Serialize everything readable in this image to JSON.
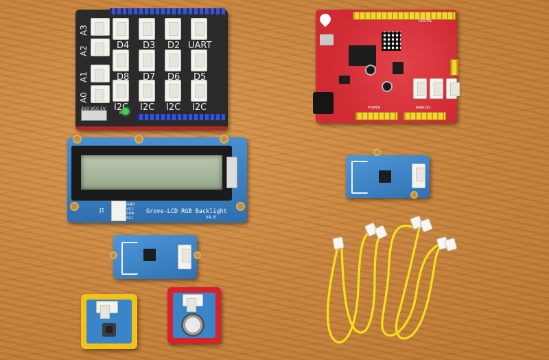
{
  "scene": "Flat lay of Grove electronic modules on a wooden table",
  "base_shield": {
    "analog_labels": [
      "A3",
      "A2",
      "A1",
      "A0"
    ],
    "digital_labels": [
      "D4",
      "D3",
      "D2",
      "UART",
      "D8",
      "D7",
      "D6",
      "D5"
    ],
    "i2c_labels": [
      "I2C",
      "I2C",
      "I2C",
      "I2C"
    ],
    "power_label": "3V3 VCC 5V",
    "rst_label": "RST"
  },
  "red_board": {
    "header_label": "DIGITAL",
    "power_label": "POWER",
    "analog_label": "ANALOG"
  },
  "lcd_module": {
    "title": "Grove-LCD RGB Backlight",
    "version": "V4.0",
    "connector": "J1",
    "pins": [
      "GND",
      "VCC",
      "SDA",
      "SCL"
    ]
  },
  "colors": {
    "table": "#c8843e",
    "shield": "#2a2a2a",
    "red_board": "#d9303a",
    "grove_blue": "#3a84c8",
    "cable_yellow": "#f2e11b"
  }
}
